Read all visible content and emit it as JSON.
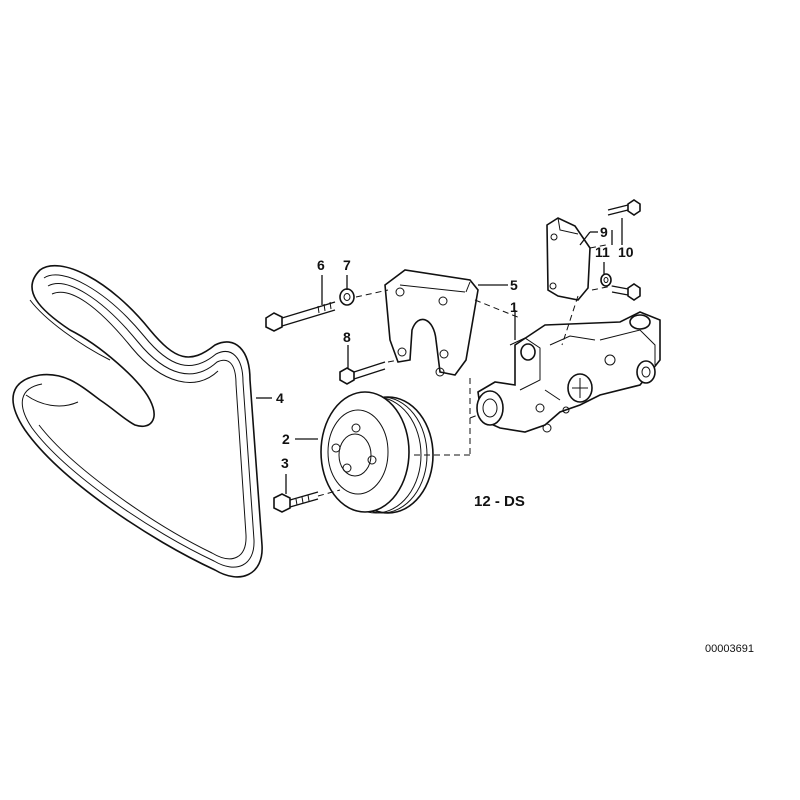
{
  "diagram": {
    "callouts": [
      {
        "id": "p1",
        "label": "1"
      },
      {
        "id": "p2",
        "label": "2"
      },
      {
        "id": "p3",
        "label": "3"
      },
      {
        "id": "p4",
        "label": "4"
      },
      {
        "id": "p5",
        "label": "5"
      },
      {
        "id": "p6",
        "label": "6"
      },
      {
        "id": "p7",
        "label": "7"
      },
      {
        "id": "p8",
        "label": "8"
      },
      {
        "id": "p9",
        "label": "9"
      },
      {
        "id": "p10",
        "label": "10"
      },
      {
        "id": "p11",
        "label": "11"
      }
    ],
    "group_code": "12 - DS",
    "reference_number": "00003691"
  }
}
